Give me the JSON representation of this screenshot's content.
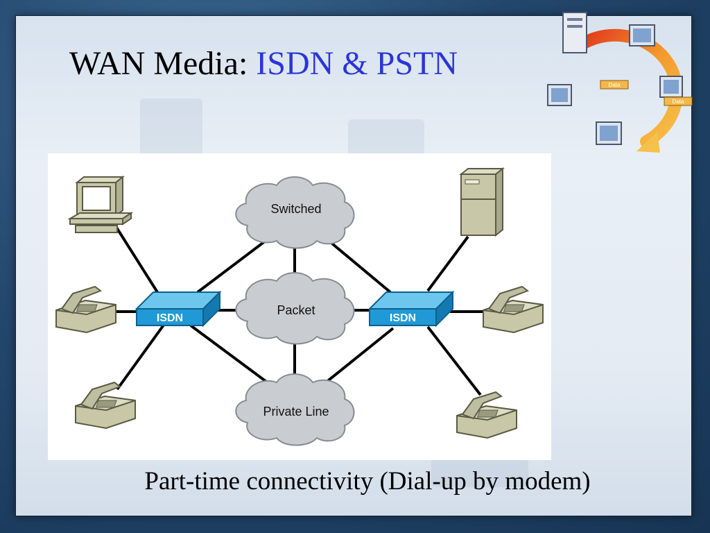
{
  "slide": {
    "title_prefix": "WAN Media: ",
    "title_accent": "ISDN & PSTN",
    "caption": "Part-time connectivity (Dial-up by modem)"
  },
  "diagram": {
    "clouds": {
      "switched": "Switched",
      "packet": "Packet",
      "private_line": "Private Line"
    },
    "switches": {
      "left": "ISDN",
      "right": "ISDN"
    },
    "endpoints": [
      "computer",
      "server",
      "phone",
      "phone",
      "phone",
      "phone"
    ]
  },
  "logo": {
    "tag_labels": [
      "Data",
      "Data"
    ]
  },
  "colors": {
    "title_accent": "#2a35d8",
    "switch_blue": "#1f9ad6",
    "cloud_gray": "#c9ccd0",
    "device_beige": "#c8c8a8"
  }
}
